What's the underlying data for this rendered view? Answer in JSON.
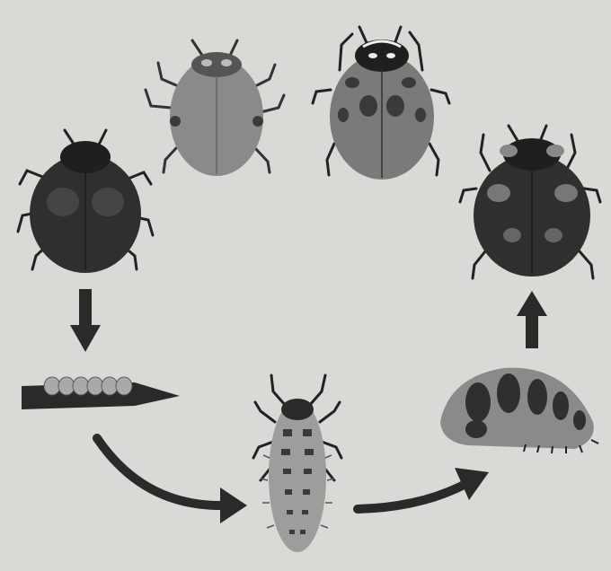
{
  "diagram": {
    "type": "life-cycle",
    "stages": [
      {
        "id": "adult-dark",
        "icon": "dark-ladybird-icon"
      },
      {
        "id": "egg-cluster",
        "icon": "egg-cluster-icon"
      },
      {
        "id": "larva",
        "icon": "larva-icon"
      },
      {
        "id": "pupa",
        "icon": "pupa-icon"
      },
      {
        "id": "adult-emerging",
        "icon": "spotted-ladybird-icon"
      },
      {
        "id": "adult-pale",
        "icon": "pale-ladybird-icon"
      },
      {
        "id": "adult-spotted",
        "icon": "spotted-ladybird-icon"
      }
    ],
    "arrows": [
      {
        "from": "adult-dark",
        "to": "egg-cluster",
        "icon": "arrow-down-icon"
      },
      {
        "from": "egg-cluster",
        "to": "larva",
        "icon": "curved-arrow-icon"
      },
      {
        "from": "larva",
        "to": "pupa",
        "icon": "curved-arrow-icon"
      },
      {
        "from": "pupa",
        "to": "adult-emerging",
        "icon": "arrow-up-icon"
      }
    ],
    "colors": {
      "background": "#d9d9d6",
      "dark_body": "#2f2f2f",
      "mid_body": "#8a8a88",
      "spot": "#3a3a3a",
      "arrow": "#2a2a2a"
    }
  }
}
